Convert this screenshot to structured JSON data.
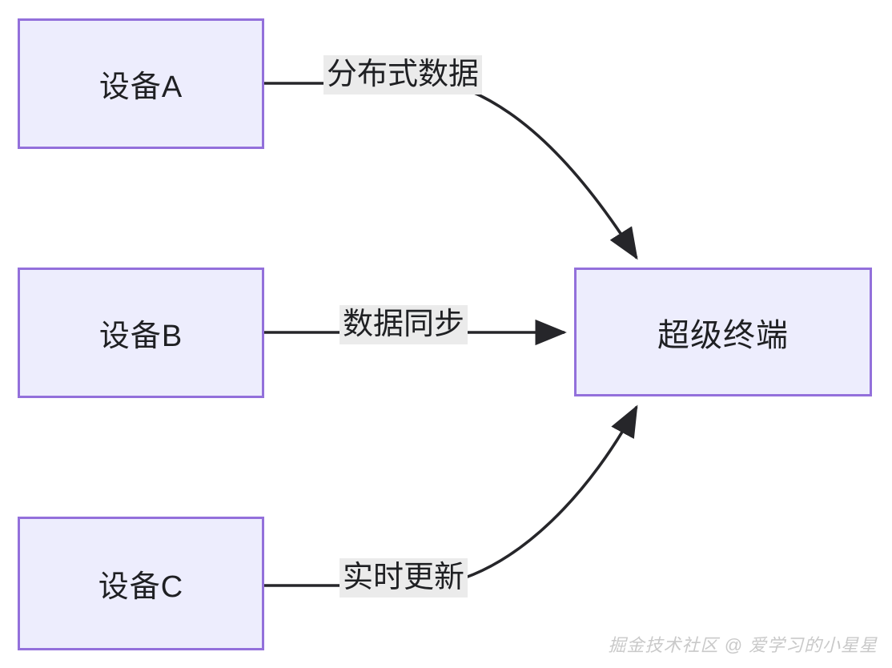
{
  "diagram": {
    "type": "flow-diagram",
    "background_color": "#ffffff",
    "node_fill_color": "#ededfd",
    "node_border_color": "#9370db",
    "edge_color": "#26262a",
    "label_background_color": "#ebebeb",
    "nodes": [
      {
        "id": "a",
        "label": "设备A"
      },
      {
        "id": "b",
        "label": "设备B"
      },
      {
        "id": "c",
        "label": "设备C"
      },
      {
        "id": "hub",
        "label": "超级终端"
      }
    ],
    "edges": [
      {
        "from": "a",
        "to": "hub",
        "label": "分布式数据",
        "style": "curved",
        "arrow": "end"
      },
      {
        "from": "b",
        "to": "hub",
        "label": "数据同步",
        "style": "straight",
        "arrow": "end"
      },
      {
        "from": "c",
        "to": "hub",
        "label": "实时更新",
        "style": "curved",
        "arrow": "end"
      }
    ]
  },
  "watermark": {
    "text": "掘金技术社区 @ 爱学习的小星星"
  }
}
